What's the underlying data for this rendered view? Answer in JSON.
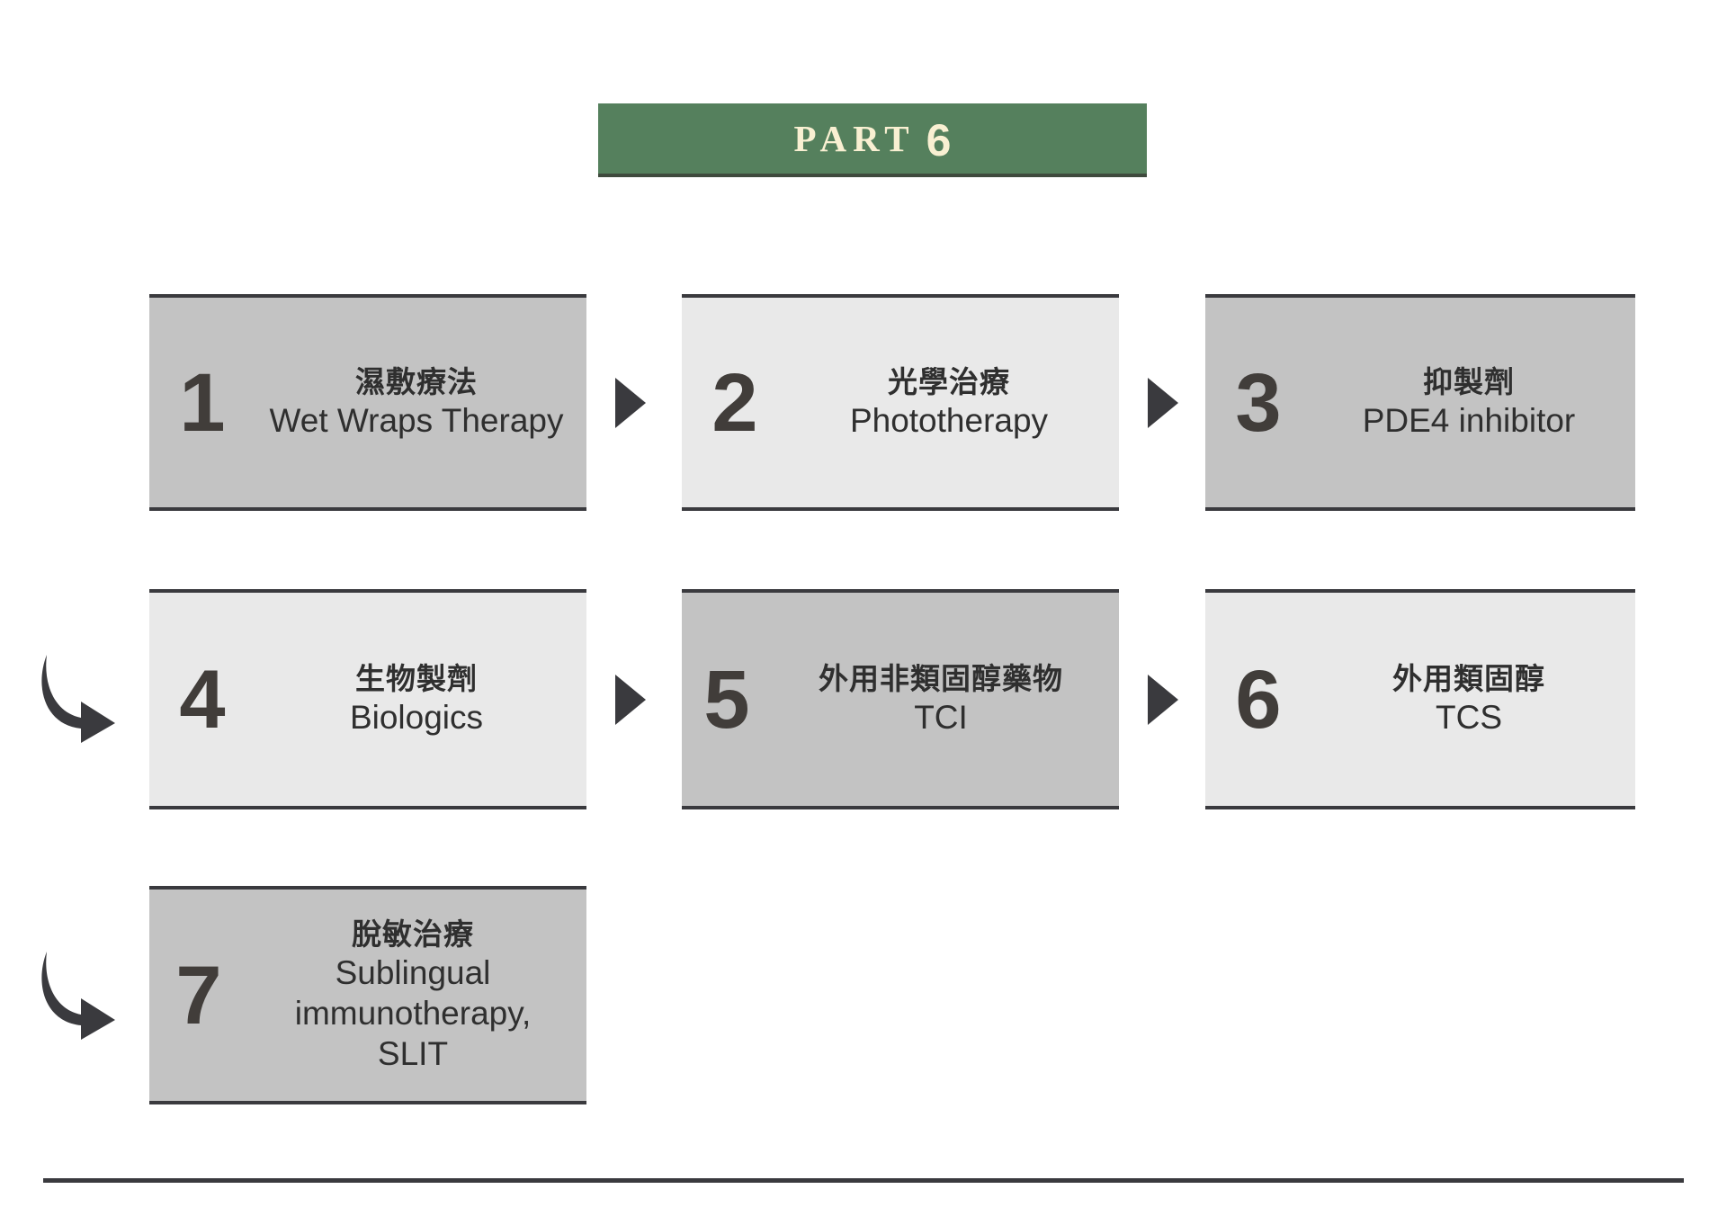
{
  "banner": {
    "label": "PART",
    "number": "6",
    "bg_color": "#55805d",
    "text_color": "#f9f0d2",
    "shadow_color": "#3f4a3d"
  },
  "steps": [
    {
      "number": "1",
      "zh": "濕敷療法",
      "en": "Wet Wraps Therapy",
      "tone": "dark",
      "bg_color": "#c3c3c3"
    },
    {
      "number": "2",
      "zh": "光學治療",
      "en": "Phototherapy",
      "tone": "light",
      "bg_color": "#e9e9e9"
    },
    {
      "number": "3",
      "zh": "抑製劑",
      "en": "PDE4 inhibitor",
      "tone": "dark",
      "bg_color": "#c3c3c3"
    },
    {
      "number": "4",
      "zh": "生物製劑",
      "en": "Biologics",
      "tone": "light",
      "bg_color": "#e9e9e9"
    },
    {
      "number": "5",
      "zh": "外用非類固醇藥物",
      "en": "TCI",
      "tone": "dark",
      "bg_color": "#c3c3c3"
    },
    {
      "number": "6",
      "zh": "外用類固醇",
      "en": "TCS",
      "tone": "light",
      "bg_color": "#e9e9e9"
    },
    {
      "number": "7",
      "zh": "脫敏治療",
      "en": "Sublingual immunotherapy, SLIT",
      "tone": "dark",
      "bg_color": "#c3c3c3"
    }
  ],
  "connectors": {
    "triangle_color": "#3a3a3e",
    "hook_color": "#3a3a3e",
    "triangle_icon": "triangle-right-icon",
    "hook_icon": "curved-arrow-down-right-icon"
  },
  "footer": {
    "rule_color": "#3a3a3e"
  }
}
